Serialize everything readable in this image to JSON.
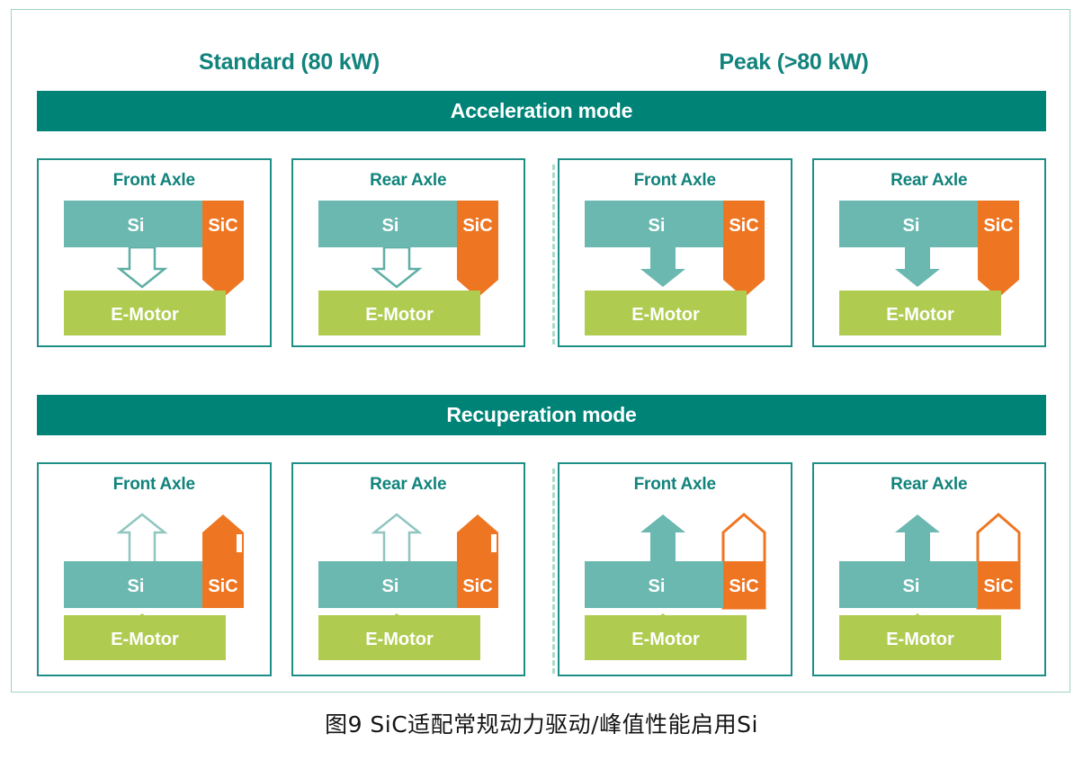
{
  "figure": {
    "caption": "图9  SiC适配常规动力驱动/峰值性能启用Si",
    "colors": {
      "teal_si": "#6BB8B0",
      "orange_sic": "#EE7623",
      "green_motor": "#AFCC51",
      "bar_teal": "#008377",
      "title_teal": "#11837C",
      "card_border": "#1E8F87",
      "frame_border": "#9ED2C6",
      "divider": "#A9DBCB"
    }
  },
  "columns": [
    {
      "label": "Standard (80 kW)"
    },
    {
      "label": "Peak (>80 kW)"
    }
  ],
  "sections": [
    {
      "id": "acceleration",
      "bar_label": "Acceleration mode",
      "flow": "down",
      "panels": [
        {
          "column": "Standard (80 kW)",
          "title": "Front Axle",
          "si_label": "Si",
          "sic_label": "SiC",
          "motor_label": "E-Motor",
          "si_arrow": "outline",
          "sic_arrow": "filled",
          "motor_arrow": "none"
        },
        {
          "column": "Standard (80 kW)",
          "title": "Rear Axle",
          "si_label": "Si",
          "sic_label": "SiC",
          "motor_label": "E-Motor",
          "si_arrow": "outline",
          "sic_arrow": "filled",
          "motor_arrow": "none"
        },
        {
          "column": "Peak (>80 kW)",
          "title": "Front Axle",
          "si_label": "Si",
          "sic_label": "SiC",
          "motor_label": "E-Motor",
          "si_arrow": "filled",
          "sic_arrow": "filled",
          "motor_arrow": "none"
        },
        {
          "column": "Peak (>80 kW)",
          "title": "Rear Axle",
          "si_label": "Si",
          "sic_label": "SiC",
          "motor_label": "E-Motor",
          "si_arrow": "filled",
          "sic_arrow": "filled",
          "motor_arrow": "none"
        }
      ]
    },
    {
      "id": "recuperation",
      "bar_label": "Recuperation mode",
      "flow": "up",
      "panels": [
        {
          "column": "Standard (80 kW)",
          "title": "Front Axle",
          "si_label": "Si",
          "sic_label": "SiC",
          "motor_label": "E-Motor",
          "si_arrow": "outline",
          "sic_arrow": "filled",
          "motor_arrow": "filled"
        },
        {
          "column": "Standard (80 kW)",
          "title": "Rear Axle",
          "si_label": "Si",
          "sic_label": "SiC",
          "motor_label": "E-Motor",
          "si_arrow": "outline",
          "sic_arrow": "filled",
          "motor_arrow": "filled"
        },
        {
          "column": "Peak (>80 kW)",
          "title": "Front Axle",
          "si_label": "Si",
          "sic_label": "SiC",
          "motor_label": "E-Motor",
          "si_arrow": "filled",
          "sic_arrow": "outline",
          "motor_arrow": "filled"
        },
        {
          "column": "Peak (>80 kW)",
          "title": "Rear Axle",
          "si_label": "Si",
          "sic_label": "SiC",
          "motor_label": "E-Motor",
          "si_arrow": "filled",
          "sic_arrow": "outline",
          "motor_arrow": "filled"
        }
      ]
    }
  ]
}
